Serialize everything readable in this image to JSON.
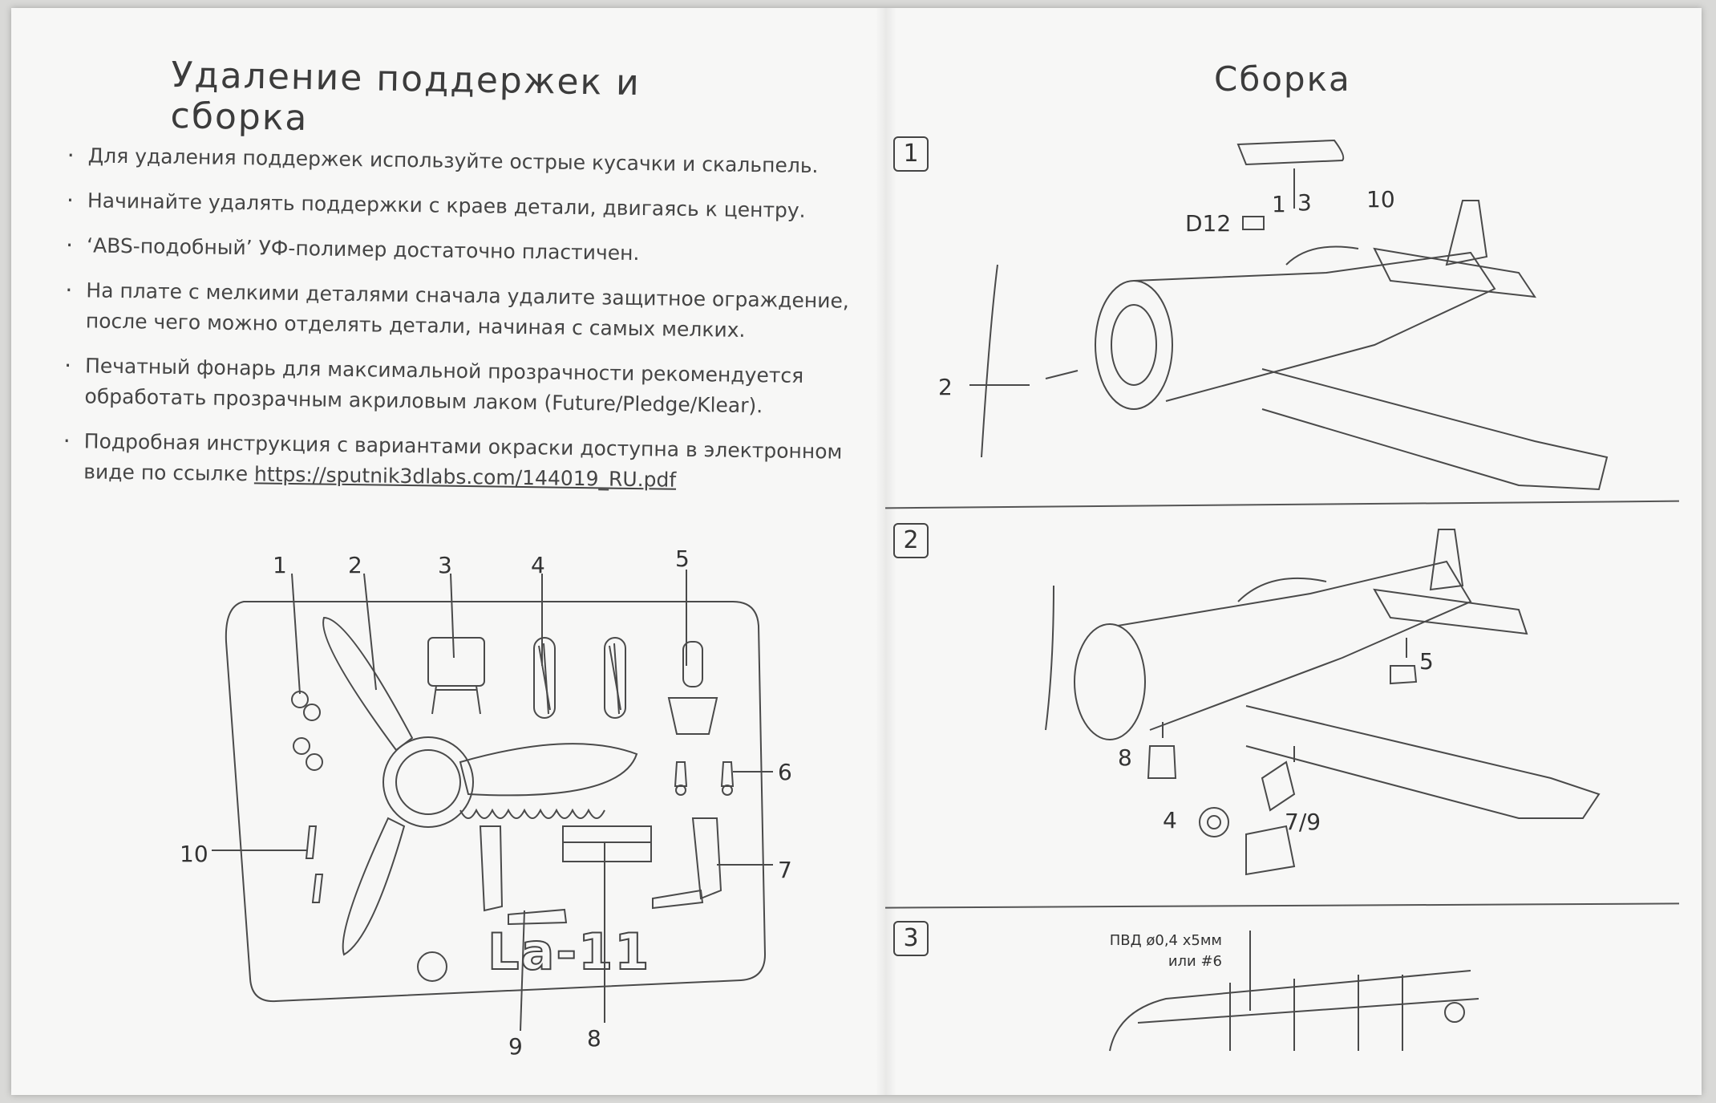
{
  "left_page": {
    "title": "Удаление поддержек и сборка",
    "bullets": [
      {
        "text": "Для удаления поддержек используйте острые кусачки и скальпель."
      },
      {
        "text": "Начинайте удалять поддержки с краев детали, двигаясь к центру."
      },
      {
        "text": "‘ABS-подобный’ УФ-полимер достаточно пластичен."
      },
      {
        "text": "На плате с мелкими деталями сначала удалите защитное ограждение, после чего можно отделять детали, начиная с самых мелких."
      },
      {
        "text": "Печатный фонарь для максимальной прозрачности рекомендуется обработать прозрачным акриловым лаком (Future/Pledge/Klear)."
      },
      {
        "text": "Подробная инструкция с вариантами окраски доступна в электронном виде по ссылке ",
        "link": "https://sputnik3dlabs.com/144019_RU.pdf"
      }
    ],
    "parts_labels": [
      "1",
      "2",
      "3",
      "4",
      "5",
      "6",
      "7",
      "8",
      "9",
      "10"
    ],
    "sprue_text": "La-11"
  },
  "right_page": {
    "title": "Сборка",
    "steps": [
      {
        "number": "1",
        "labels": [
          "D12",
          "1",
          "3",
          "10",
          "2"
        ]
      },
      {
        "number": "2",
        "labels": [
          "5",
          "8",
          "4",
          "7/9"
        ]
      },
      {
        "number": "3",
        "note_line1": "ПВД ø0,4 x5мм",
        "note_line2": "или #6"
      }
    ]
  },
  "colors": {
    "paper": "#f7f7f6",
    "ink": "#3a3a3a",
    "background": "#d9d9d7"
  }
}
